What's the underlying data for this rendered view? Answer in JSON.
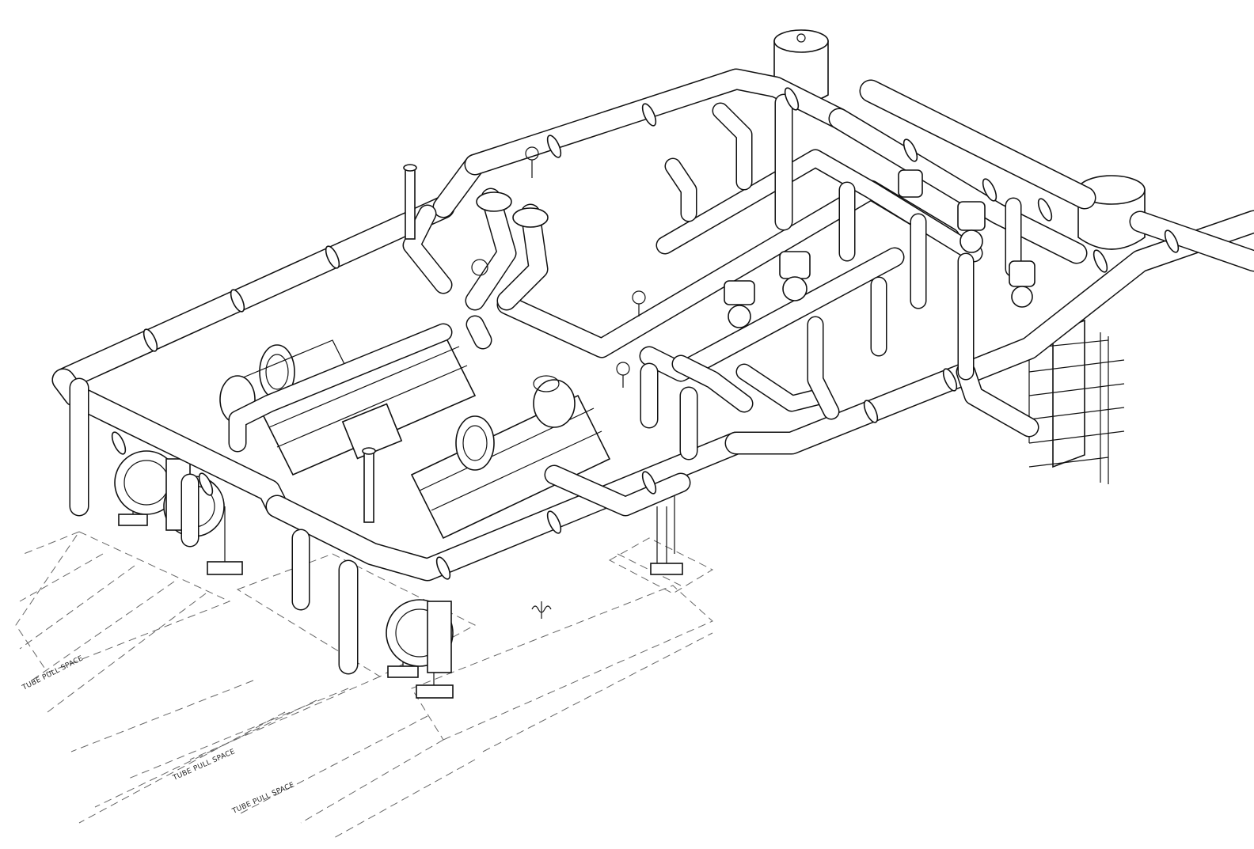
{
  "drawing": {
    "labels": {
      "tube_pull_1": "TUBE PULL SPACE",
      "tube_pull_2": "TUBE PULL SPACE",
      "tube_pull_3": "TUBE PULL SPACE"
    },
    "colors": {
      "line": "#111111",
      "background": "#ffffff",
      "hidden_line": "#666666"
    }
  }
}
